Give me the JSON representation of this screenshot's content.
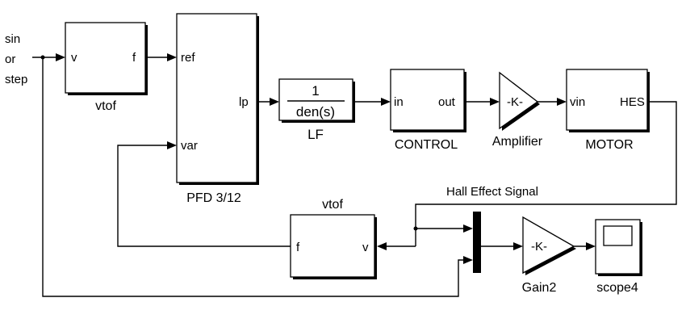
{
  "source_label": {
    "line1": "sin",
    "line2": "or",
    "line3": "step"
  },
  "vtof_top": {
    "name": "vtof",
    "in_port": "v",
    "out_port": "f"
  },
  "pfd": {
    "name": "PFD 3/12",
    "port_ref": "ref",
    "port_var": "var",
    "port_out": "lp"
  },
  "lf": {
    "name": "LF",
    "numerator": "1",
    "denominator": "den(s)"
  },
  "control": {
    "name": "CONTROL",
    "in_port": "in",
    "out_port": "out"
  },
  "amplifier": {
    "name": "Amplifier",
    "gain": "-K-"
  },
  "motor": {
    "name": "MOTOR",
    "in_port": "vin",
    "out_port": "HES"
  },
  "hall_label": "Hall Effect Signal",
  "vtof_bottom": {
    "name": "vtof",
    "port_f": "f",
    "port_v": "v"
  },
  "gain2": {
    "name": "Gain2",
    "gain": "-K-"
  },
  "scope": {
    "name": "scope4"
  }
}
